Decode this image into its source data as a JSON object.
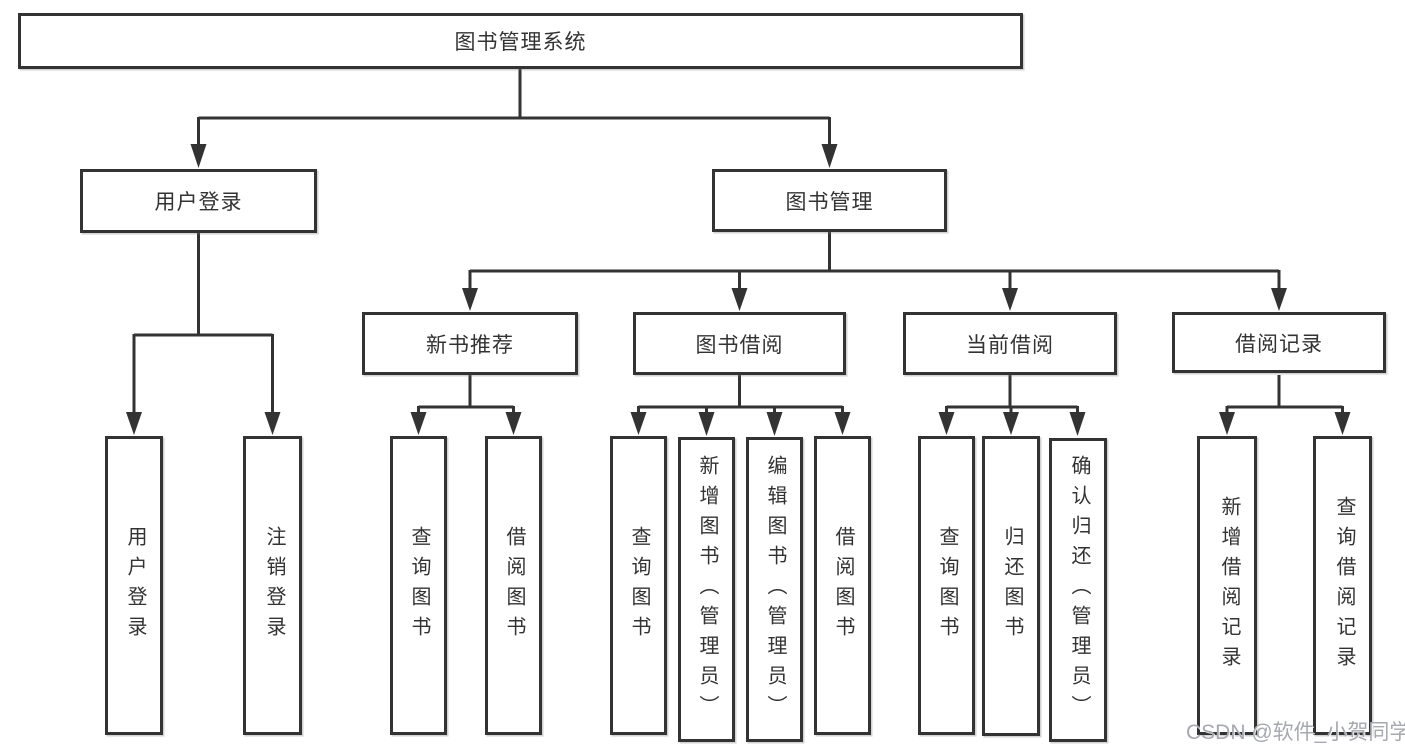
{
  "tree": {
    "root": {
      "label": "图书管理系统"
    },
    "level2": [
      {
        "label": "用户登录"
      },
      {
        "label": "图书管理"
      }
    ],
    "level3": [
      {
        "label": "新书推荐",
        "parent": "图书管理"
      },
      {
        "label": "图书借阅",
        "parent": "图书管理"
      },
      {
        "label": "当前借阅",
        "parent": "图书管理"
      },
      {
        "label": "借阅记录",
        "parent": "图书管理"
      }
    ],
    "leaves": [
      {
        "label": "用户登录",
        "parent": "用户登录"
      },
      {
        "label": "注销登录",
        "parent": "用户登录"
      },
      {
        "label": "查询图书",
        "parent": "新书推荐"
      },
      {
        "label": "借阅图书",
        "parent": "新书推荐"
      },
      {
        "label": "查询图书",
        "parent": "图书借阅"
      },
      {
        "label": "新增图书（管理员）",
        "parent": "图书借阅"
      },
      {
        "label": "编辑图书（管理员）",
        "parent": "图书借阅"
      },
      {
        "label": "借阅图书",
        "parent": "图书借阅"
      },
      {
        "label": "查询图书",
        "parent": "当前借阅"
      },
      {
        "label": "归还图书",
        "parent": "当前借阅"
      },
      {
        "label": "确认归还（管理员）",
        "parent": "当前借阅"
      },
      {
        "label": "新增借阅记录",
        "parent": "借阅记录"
      },
      {
        "label": "查询借阅记录",
        "parent": "借阅记录"
      }
    ]
  },
  "watermark": "CSDN @软件_小贺同学",
  "colors": {
    "line": "#333333",
    "text": "#333333",
    "watermark": "#a6a9af",
    "background": "#ffffff"
  }
}
